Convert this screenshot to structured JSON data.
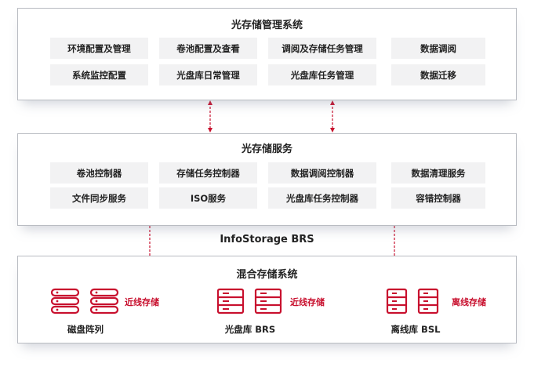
{
  "colors": {
    "accent": "#c8102e",
    "box_bg": "#f2f2f3",
    "border": "#b9bcc2"
  },
  "management": {
    "title": "光存储管理系统",
    "items": [
      "环境配置及管理",
      "卷池配置及查看",
      "调阅及存储任务管理",
      "数据调阅",
      "系统监控配置",
      "光盘库日常管理",
      "光盘库任务管理",
      "数据迁移"
    ]
  },
  "service": {
    "title": "光存储服务",
    "items": [
      "卷池控制器",
      "存储任务控制器",
      "数据调阅控制器",
      "数据清理服务",
      "文件同步服务",
      "ISO服务",
      "光盘库任务控制器",
      "容错控制器"
    ]
  },
  "brs_label": "InfoStorage BRS",
  "hybrid": {
    "title": "混合存储系统",
    "stores": [
      {
        "name": "磁盘阵列",
        "tag": "近线存储",
        "icon": "disk-array-icon"
      },
      {
        "name": "光盘库 BRS",
        "tag": "近线存储",
        "icon": "optical-library-icon"
      },
      {
        "name": "离线库 BSL",
        "tag": "离线存储",
        "icon": "offline-library-icon"
      }
    ]
  }
}
